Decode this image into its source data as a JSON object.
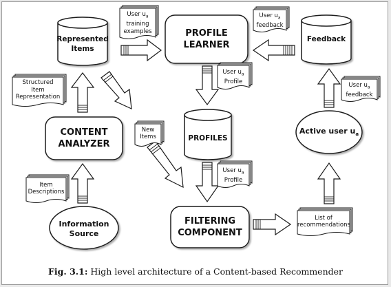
{
  "colors": {
    "stroke": "#1a1a1a",
    "fill": "#ffffff",
    "frame_bg": "#e9e9e9",
    "doc_shadow": "#b8b8b8"
  },
  "components": {
    "profile_learner": [
      "PROFILE",
      "LEARNER"
    ],
    "content_analyzer": [
      "CONTENT",
      "ANALYZER"
    ],
    "filtering_component": [
      "FILTERING",
      "COMPONENT"
    ]
  },
  "stores": {
    "represented_items": [
      "Represented",
      "Items"
    ],
    "profiles": [
      "PROFILES"
    ],
    "feedback": [
      "Feedback"
    ]
  },
  "actors": {
    "information_source": [
      "Information",
      "Source"
    ],
    "active_user": "Active user u",
    "active_user_sub": "a"
  },
  "documents": {
    "training_examples": [
      "User u|a",
      "training",
      "examples"
    ],
    "feedback_top": [
      "User u|a",
      "feedback"
    ],
    "structured_item": [
      "Structured",
      "Item",
      "Representation"
    ],
    "user_profile": [
      "User u|a",
      "Profile"
    ],
    "new_items": [
      "New",
      "Items"
    ],
    "user_profile_2": [
      "User u|a",
      "Profile"
    ],
    "user_feedback_right": [
      "User u|a",
      "feedback"
    ],
    "item_descriptions": [
      "Item",
      "Descriptions"
    ],
    "recommendations": [
      "List of",
      "recommendations"
    ]
  },
  "caption": {
    "prefix": "Fig. 3.1:",
    "text": " High level architecture of a Content-based Recommender"
  }
}
